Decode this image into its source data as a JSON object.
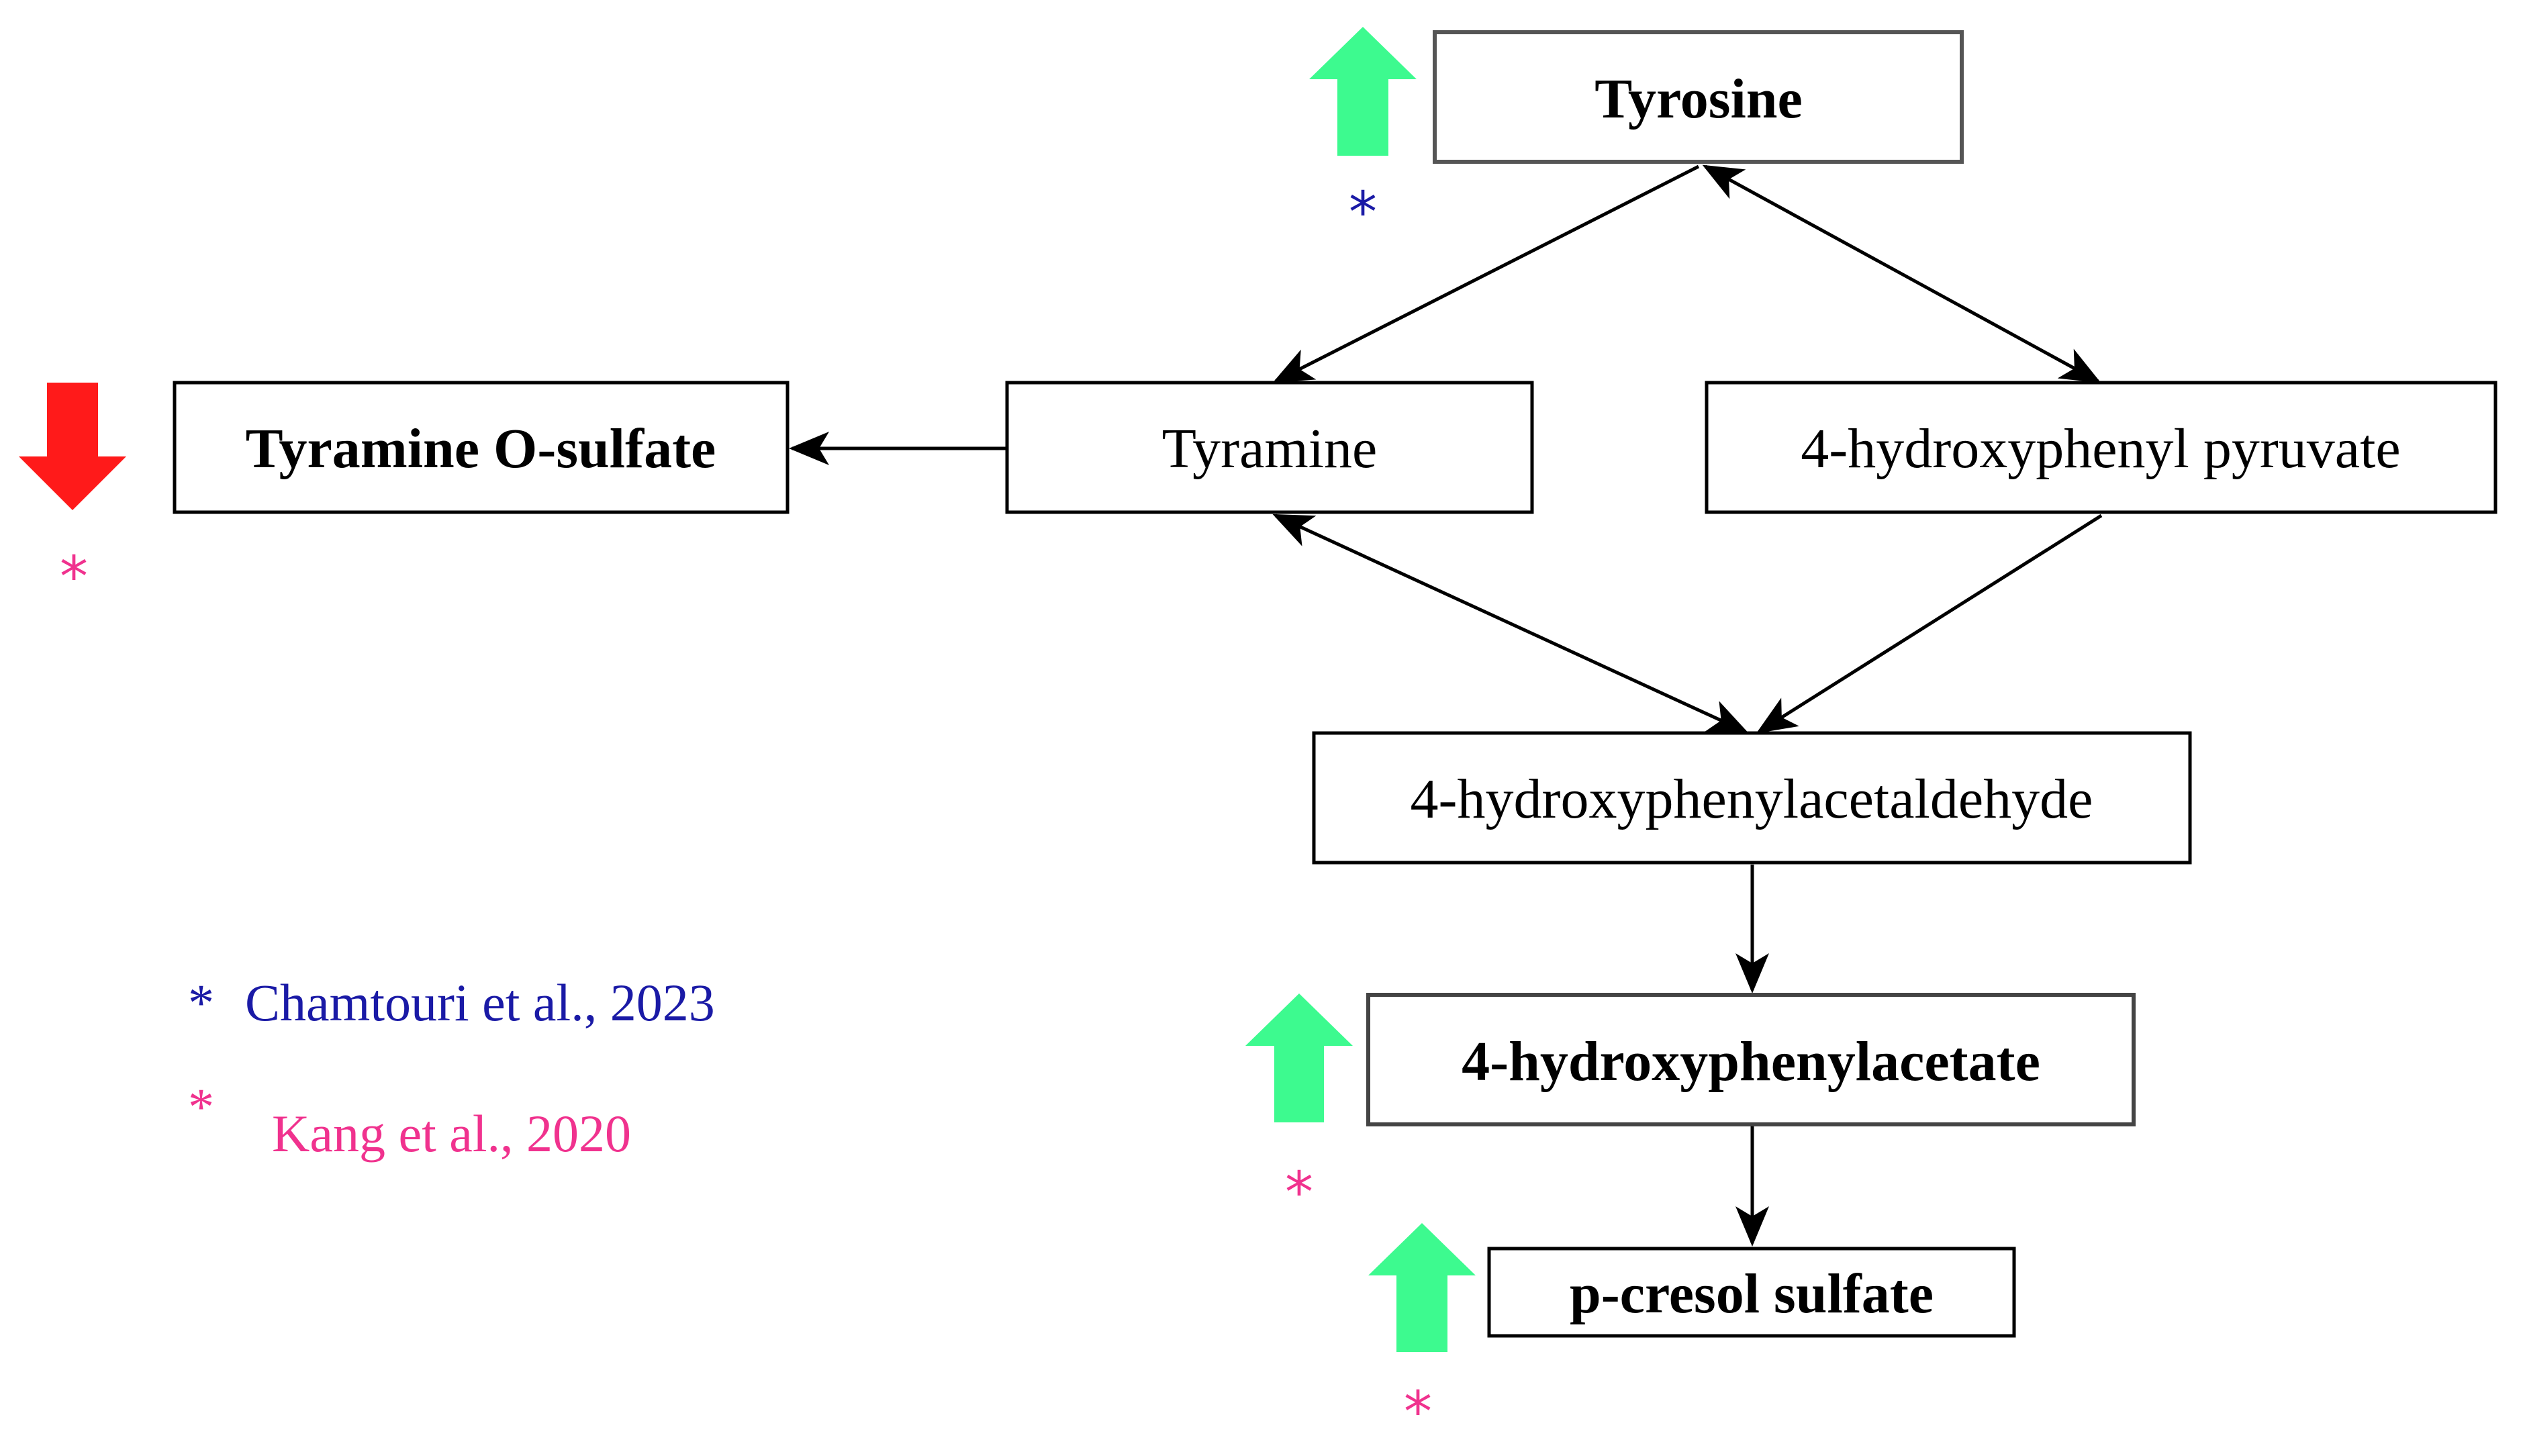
{
  "colors": {
    "up_arrow": "#3dfa8f",
    "down_arrow": "#ff1a1a",
    "ref_chamtouri": "#1a1aa6",
    "ref_kang": "#f0328e",
    "line": "#000000"
  },
  "nodes": {
    "tyrosine": {
      "label": "Tyrosine",
      "bold": true,
      "change": "increase",
      "reference": "Chamtouri"
    },
    "tyramine": {
      "label": "Tyramine",
      "bold": false
    },
    "tyramine_o_sulfate": {
      "label": "Tyramine O-sulfate",
      "bold": true,
      "change": "decrease",
      "reference": "Kang"
    },
    "hydroxyphenyl_pyruvate": {
      "label": "4-hydroxyphenyl pyruvate",
      "bold": false
    },
    "hydroxyphenylacetaldehyde": {
      "label": "4-hydroxyphenylacetaldehyde",
      "bold": false
    },
    "hydroxyphenylacetate": {
      "label": "4-hydroxyphenylacetate",
      "bold": true,
      "change": "increase",
      "reference": "Kang"
    },
    "p_cresol_sulfate": {
      "label": "p-cresol sulfate",
      "bold": true,
      "change": "increase",
      "reference": "Kang"
    }
  },
  "markers": {
    "star": "*"
  },
  "legend": [
    {
      "symbol": "*",
      "text": "Chamtouri et al., 2023",
      "color": "#1a1aa6"
    },
    {
      "symbol": "*",
      "text": "Kang et al., 2020",
      "color": "#f0328e"
    }
  ]
}
